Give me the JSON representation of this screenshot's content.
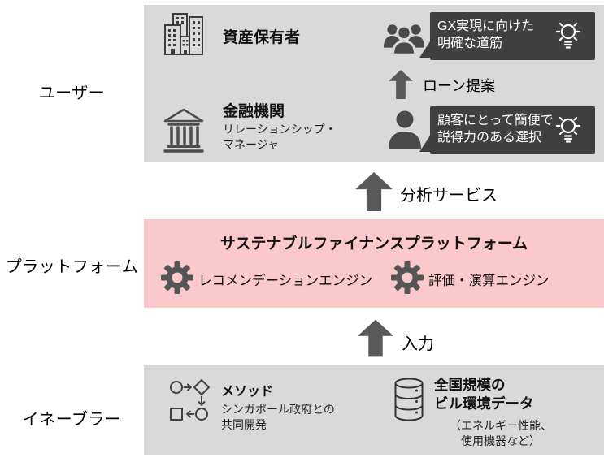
{
  "row_labels": {
    "users": "ユーザー",
    "platform": "プラットフォーム",
    "enabler": "イネーブラー"
  },
  "users_section": {
    "asset_holder_label": "資産保有者",
    "outcome_top": "GX実現に向けた\n明確な道筋",
    "loan_label": "ローン提案",
    "financial_institution_label": "金融機関",
    "financial_institution_sublabel": "リレーションシップ・\nマネージャ",
    "outcome_bottom": "顧客にとって簡便で\n説得力のある選択"
  },
  "flows": {
    "analysis": "分析サービス",
    "input": "入力"
  },
  "platform_section": {
    "title": "サステナブルファイナンスプラットフォーム",
    "engines": [
      {
        "label": "レコメンデーションエンジン"
      },
      {
        "label": "評価・演算エンジン"
      }
    ]
  },
  "enabler_section": {
    "method_label": "メソッド",
    "method_sublabel": "シンガポール政府との\n共同開発",
    "data_label": "全国規模の\nビル環境データ",
    "data_sublabel": "（エネルギー性能、\n使用機器など）"
  },
  "colors": {
    "section_bg": "#d9d9d9",
    "platform_bg": "#fbc8cb",
    "bubble_bg": "#404040",
    "arrow": "#595959",
    "icon": "#404040"
  }
}
